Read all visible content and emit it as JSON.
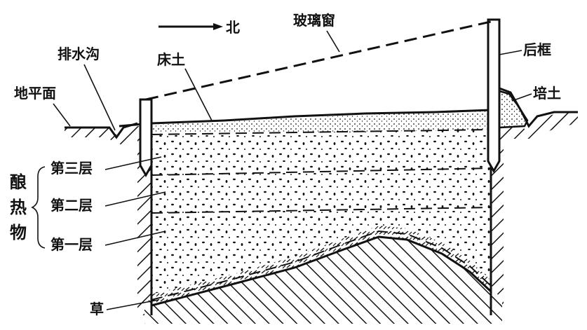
{
  "direction": {
    "label": "北"
  },
  "labels": {
    "glass_window": "玻璃窗",
    "drainage_ditch": "排水沟",
    "bed_soil": "床土",
    "back_frame": "后框",
    "ground_level": "地平面",
    "banked_soil": "培土",
    "layer_three": "第三层",
    "layer_two": "第二层",
    "layer_one": "第一层",
    "fermenting_material": [
      "酿",
      "热",
      "物"
    ],
    "straw": "草"
  }
}
